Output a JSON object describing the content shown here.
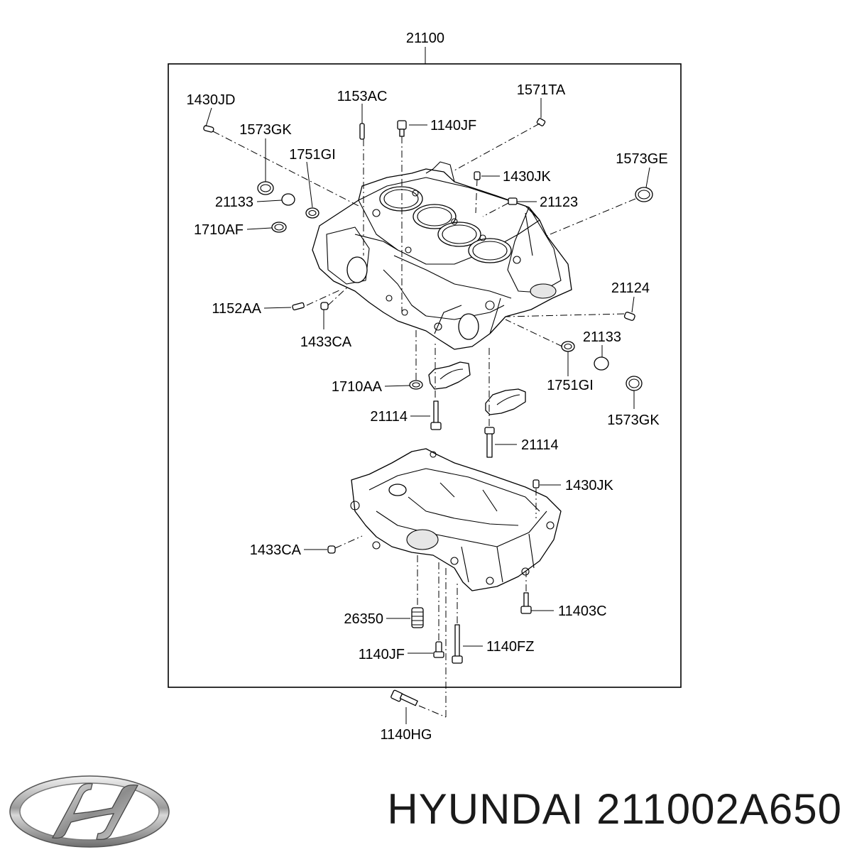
{
  "diagram": {
    "assembly_number": "21100",
    "callouts": [
      "1430JD",
      "1153AC",
      "1571TA",
      "1573GK",
      "1140JF",
      "1751GI",
      "1573GE",
      "1430JK",
      "21133",
      "21123",
      "1710AF",
      "21124",
      "1152AA",
      "1433CA",
      "21133",
      "1751GI",
      "1710AA",
      "21114",
      "1573GK",
      "21114",
      "1430JK",
      "1433CA",
      "11403C",
      "26350",
      "1140JF",
      "1140FZ",
      "1140HG"
    ]
  },
  "brand": {
    "logo_icon": "hyundai-logo-icon",
    "make": "HYUNDAI",
    "part_number": "211002A650"
  }
}
